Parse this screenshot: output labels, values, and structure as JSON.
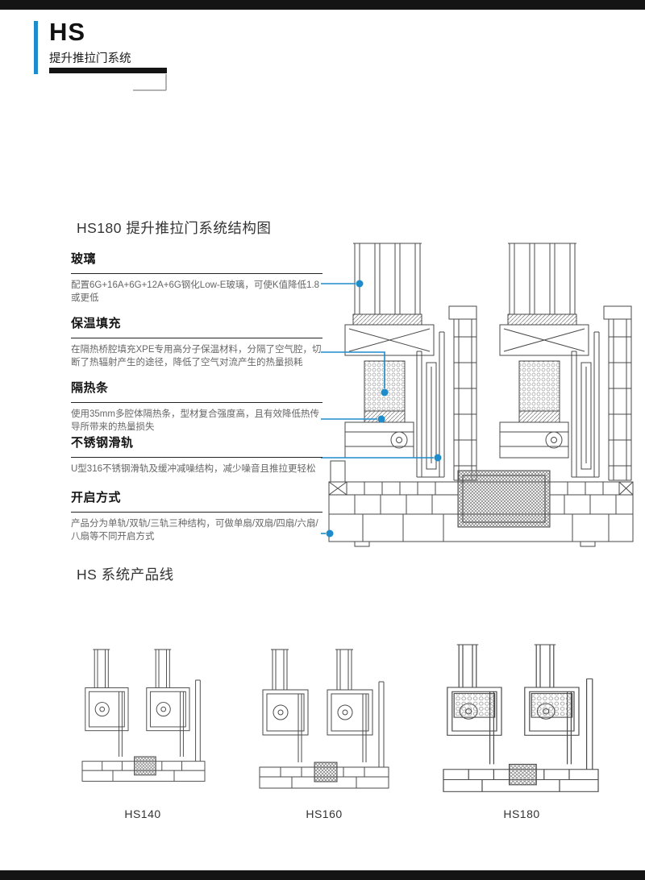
{
  "logo": {
    "title": "HS",
    "subtitle": "提升推拉门系统"
  },
  "structure_section": {
    "title": "HS180 提升推拉门系统结构图",
    "features": [
      {
        "title": "玻璃",
        "desc": "配置6G+16A+6G+12A+6G钢化Low-E玻璃，可使K值降低1.8或更低"
      },
      {
        "title": "保温填充",
        "desc": "在隔热桥腔填充XPE专用高分子保温材料，分隔了空气腔，切断了热辐射产生的途径，降低了空气对流产生的热量损耗"
      },
      {
        "title": "隔热条",
        "desc": "使用35mm多腔体隔热条，型材复合强度高，且有效降低热传导所带来的热量损失"
      },
      {
        "title": "不锈钢滑轨",
        "desc": "U型316不锈钢滑轨及缓冲减噪结构，减少噪音且推拉更轻松"
      },
      {
        "title": "开启方式",
        "desc": "产品分为单轨/双轨/三轨三种结构，可做单扇/双扇/四扇/六扇/八扇等不同开启方式"
      }
    ]
  },
  "product_section": {
    "title": "HS 系统产品线",
    "products": [
      {
        "label": "HS140"
      },
      {
        "label": "HS160"
      },
      {
        "label": "HS180"
      }
    ]
  },
  "colors": {
    "accent_blue": "#1e8bcb",
    "bar_black": "#141414",
    "drawing_line": "#4a4a4a",
    "text_dark": "#151515",
    "text_muted": "#666666"
  }
}
